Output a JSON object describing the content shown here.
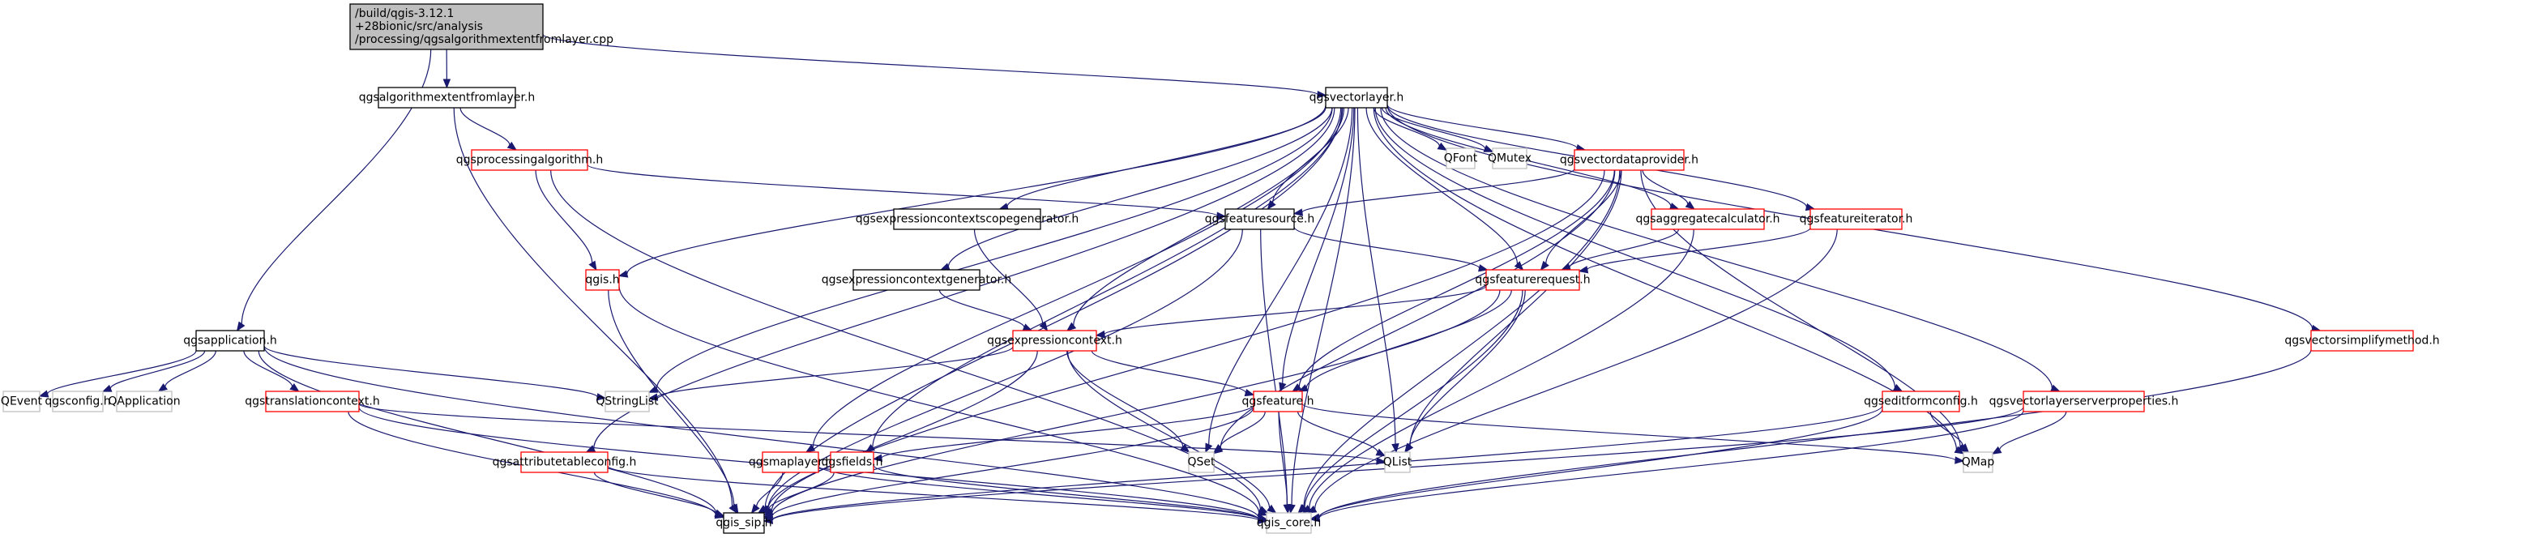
{
  "graph": {
    "type": "include-dependency-graph",
    "edge_color": "#191970",
    "styles": {
      "root": {
        "fill": "#bfbfbf",
        "stroke": "#000000"
      },
      "documented": {
        "fill": "#ffffff",
        "stroke": "#000000"
      },
      "has_more": {
        "fill": "#ffffff",
        "stroke": "#ff0000"
      },
      "external": {
        "fill": "#ffffff",
        "stroke": "#bfbfbf"
      }
    },
    "nodes": [
      {
        "id": "root",
        "lines": [
          "/build/qgis-3.12.1",
          "+28bionic/src/analysis",
          "/processing/qgsalgorithmextentfromlayer.cpp"
        ],
        "style": "root"
      },
      {
        "id": "qgsalgorithmextentfromlayer_h",
        "lines": [
          "qgsalgorithmextentfromlayer.h"
        ],
        "style": "documented"
      },
      {
        "id": "qgsvectorlayer_h",
        "lines": [
          "qgsvectorlayer.h"
        ],
        "style": "documented"
      },
      {
        "id": "qgsprocessingalgorithm_h",
        "lines": [
          "qgsprocessingalgorithm.h"
        ],
        "style": "has_more"
      },
      {
        "id": "qgsapplication_h",
        "lines": [
          "qgsapplication.h"
        ],
        "style": "documented"
      },
      {
        "id": "qgis_h",
        "lines": [
          "qgis.h"
        ],
        "style": "has_more"
      },
      {
        "id": "qgsexpressioncontextscopegenerator_h",
        "lines": [
          "qgsexpressioncontextscopegenerator.h"
        ],
        "style": "documented"
      },
      {
        "id": "qgsexpressioncontextgenerator_h",
        "lines": [
          "qgsexpressioncontextgenerator.h"
        ],
        "style": "documented"
      },
      {
        "id": "qgsfeaturesource_h",
        "lines": [
          "qgsfeaturesource.h"
        ],
        "style": "documented"
      },
      {
        "id": "QFont",
        "lines": [
          "QFont"
        ],
        "style": "external"
      },
      {
        "id": "QMutex",
        "lines": [
          "QMutex"
        ],
        "style": "external"
      },
      {
        "id": "qgsvectordataprovider_h",
        "lines": [
          "qgsvectordataprovider.h"
        ],
        "style": "has_more"
      },
      {
        "id": "qgsaggregatecalculator_h",
        "lines": [
          "qgsaggregatecalculator.h"
        ],
        "style": "has_more"
      },
      {
        "id": "qgsfeatureiterator_h",
        "lines": [
          "qgsfeatureiterator.h"
        ],
        "style": "has_more"
      },
      {
        "id": "qgsfeaturerequest_h",
        "lines": [
          "qgsfeaturerequest.h"
        ],
        "style": "has_more"
      },
      {
        "id": "qgsexpressioncontext_h",
        "lines": [
          "qgsexpressioncontext.h"
        ],
        "style": "has_more"
      },
      {
        "id": "qgsvectorsimplifymethod_h",
        "lines": [
          "qgsvectorsimplifymethod.h"
        ],
        "style": "has_more"
      },
      {
        "id": "QEvent",
        "lines": [
          "QEvent"
        ],
        "style": "external"
      },
      {
        "id": "qgsconfig_h",
        "lines": [
          "qgsconfig.h"
        ],
        "style": "external"
      },
      {
        "id": "QApplication",
        "lines": [
          "QApplication"
        ],
        "style": "external"
      },
      {
        "id": "qgstranslationcontext_h",
        "lines": [
          "qgstranslationcontext.h"
        ],
        "style": "has_more"
      },
      {
        "id": "QStringList",
        "lines": [
          "QStringList"
        ],
        "style": "external"
      },
      {
        "id": "qgsfeature_h",
        "lines": [
          "qgsfeature.h"
        ],
        "style": "has_more"
      },
      {
        "id": "qgseditformconfig_h",
        "lines": [
          "qgseditformconfig.h"
        ],
        "style": "has_more"
      },
      {
        "id": "qgsvectorlayerserverproperties_h",
        "lines": [
          "qgsvectorlayerserverproperties.h"
        ],
        "style": "has_more"
      },
      {
        "id": "qgsattributetableconfig_h",
        "lines": [
          "qgsattributetableconfig.h"
        ],
        "style": "has_more"
      },
      {
        "id": "qgsmaplayer_h",
        "lines": [
          "qgsmaplayer.h"
        ],
        "style": "has_more"
      },
      {
        "id": "qgsfields_h",
        "lines": [
          "qgsfields.h"
        ],
        "style": "has_more"
      },
      {
        "id": "QSet",
        "lines": [
          "QSet"
        ],
        "style": "external"
      },
      {
        "id": "QList",
        "lines": [
          "QList"
        ],
        "style": "external"
      },
      {
        "id": "QMap",
        "lines": [
          "QMap"
        ],
        "style": "external"
      },
      {
        "id": "qgis_sip_h",
        "lines": [
          "qgis_sip.h"
        ],
        "style": "documented"
      },
      {
        "id": "qgis_core_h",
        "lines": [
          "qgis_core.h"
        ],
        "style": "external"
      }
    ],
    "edges": [
      [
        "root",
        "qgsalgorithmextentfromlayer_h"
      ],
      [
        "root",
        "qgsvectorlayer_h"
      ],
      [
        "root",
        "qgsapplication_h"
      ],
      [
        "qgsalgorithmextentfromlayer_h",
        "qgsprocessingalgorithm_h"
      ],
      [
        "qgsalgorithmextentfromlayer_h",
        "qgis_sip_h"
      ],
      [
        "qgsprocessingalgorithm_h",
        "qgis_h"
      ],
      [
        "qgsprocessingalgorithm_h",
        "qgsfeaturesource_h"
      ],
      [
        "qgsprocessingalgorithm_h",
        "qgis_core_h"
      ],
      [
        "qgsvectorlayer_h",
        "qgis_h"
      ],
      [
        "qgsvectorlayer_h",
        "QStringList"
      ],
      [
        "qgsvectorlayer_h",
        "qgsattributetableconfig_h"
      ],
      [
        "qgsvectorlayer_h",
        "qgsmaplayer_h"
      ],
      [
        "qgsvectorlayer_h",
        "qgsfields_h"
      ],
      [
        "qgsvectorlayer_h",
        "qgsexpressioncontextgenerator_h"
      ],
      [
        "qgsvectorlayer_h",
        "qgsexpressioncontextscopegenerator_h"
      ],
      [
        "qgsvectorlayer_h",
        "qgsexpressioncontext_h"
      ],
      [
        "qgsvectorlayer_h",
        "qgsfeaturesource_h"
      ],
      [
        "qgsvectorlayer_h",
        "QSet"
      ],
      [
        "qgsvectorlayer_h",
        "qgsfeature_h"
      ],
      [
        "qgsvectorlayer_h",
        "qgsfeaturerequest_h"
      ],
      [
        "qgsvectorlayer_h",
        "QFont"
      ],
      [
        "qgsvectorlayer_h",
        "QMutex"
      ],
      [
        "qgsvectorlayer_h",
        "qgsvectordataprovider_h"
      ],
      [
        "qgsvectorlayer_h",
        "qgsaggregatecalculator_h"
      ],
      [
        "qgsvectorlayer_h",
        "QList"
      ],
      [
        "qgsvectorlayer_h",
        "qgsfeatureiterator_h"
      ],
      [
        "qgsvectorlayer_h",
        "qgseditformconfig_h"
      ],
      [
        "qgsvectorlayer_h",
        "QMap"
      ],
      [
        "qgsvectorlayer_h",
        "qgsvectorlayerserverproperties_h"
      ],
      [
        "qgsvectorlayer_h",
        "qgsvectorsimplifymethod_h"
      ],
      [
        "qgsvectorlayer_h",
        "qgis_core_h"
      ],
      [
        "qgsvectorlayer_h",
        "qgis_sip_h"
      ],
      [
        "qgsapplication_h",
        "QEvent"
      ],
      [
        "qgsapplication_h",
        "qgsconfig_h"
      ],
      [
        "qgsapplication_h",
        "QApplication"
      ],
      [
        "qgsapplication_h",
        "qgstranslationcontext_h"
      ],
      [
        "qgsapplication_h",
        "QStringList"
      ],
      [
        "qgsapplication_h",
        "qgis_sip_h"
      ],
      [
        "qgsapplication_h",
        "qgis_core_h"
      ],
      [
        "qgis_h",
        "qgis_sip_h"
      ],
      [
        "qgis_h",
        "qgis_core_h"
      ],
      [
        "qgstranslationcontext_h",
        "QList"
      ],
      [
        "qgstranslationcontext_h",
        "qgis_sip_h"
      ],
      [
        "qgstranslationcontext_h",
        "qgis_core_h"
      ],
      [
        "qgsexpressioncontextscopegenerator_h",
        "qgsexpressioncontext_h"
      ],
      [
        "qgsexpressioncontextgenerator_h",
        "qgsexpressioncontext_h"
      ],
      [
        "qgsfeaturesource_h",
        "qgsfeaturerequest_h"
      ],
      [
        "qgsfeaturesource_h",
        "qgis_sip_h"
      ],
      [
        "qgsfeaturesource_h",
        "qgis_core_h"
      ],
      [
        "qgsvectordataprovider_h",
        "qgsfeaturesource_h"
      ],
      [
        "qgsvectordataprovider_h",
        "qgsaggregatecalculator_h"
      ],
      [
        "qgsvectordataprovider_h",
        "qgsfeaturerequest_h"
      ],
      [
        "qgsvectordataprovider_h",
        "qgsfeature_h"
      ],
      [
        "qgsvectordataprovider_h",
        "QSet"
      ],
      [
        "qgsvectordataprovider_h",
        "QList"
      ],
      [
        "qgsvectordataprovider_h",
        "QMap"
      ],
      [
        "qgsvectordataprovider_h",
        "qgis_sip_h"
      ],
      [
        "qgsvectordataprovider_h",
        "qgis_core_h"
      ],
      [
        "qgsaggregatecalculator_h",
        "qgsfeaturerequest_h"
      ],
      [
        "qgsaggregatecalculator_h",
        "qgis_core_h"
      ],
      [
        "qgsfeatureiterator_h",
        "qgsfeaturerequest_h"
      ],
      [
        "qgsfeatureiterator_h",
        "qgis_core_h"
      ],
      [
        "qgsfeaturerequest_h",
        "qgsexpressioncontext_h"
      ],
      [
        "qgsfeaturerequest_h",
        "qgsfeature_h"
      ],
      [
        "qgsfeaturerequest_h",
        "QList"
      ],
      [
        "qgsfeaturerequest_h",
        "qgis_sip_h"
      ],
      [
        "qgsfeaturerequest_h",
        "qgis_core_h"
      ],
      [
        "qgsexpressioncontext_h",
        "QStringList"
      ],
      [
        "qgsexpressioncontext_h",
        "qgsfeature_h"
      ],
      [
        "qgsexpressioncontext_h",
        "QSet"
      ],
      [
        "qgsexpressioncontext_h",
        "qgis_sip_h"
      ],
      [
        "qgsexpressioncontext_h",
        "qgis_core_h"
      ],
      [
        "qgsfeature_h",
        "qgsfields_h"
      ],
      [
        "qgsfeature_h",
        "QSet"
      ],
      [
        "qgsfeature_h",
        "QList"
      ],
      [
        "qgsfeature_h",
        "QMap"
      ],
      [
        "qgsfeature_h",
        "qgis_sip_h"
      ],
      [
        "qgsfeature_h",
        "qgis_core_h"
      ],
      [
        "qgsfields_h",
        "qgis_sip_h"
      ],
      [
        "qgsfields_h",
        "qgis_core_h"
      ],
      [
        "qgsmaplayer_h",
        "qgis_sip_h"
      ],
      [
        "qgsmaplayer_h",
        "qgis_core_h"
      ],
      [
        "qgsattributetableconfig_h",
        "qgis_sip_h"
      ],
      [
        "qgsattributetableconfig_h",
        "qgis_core_h"
      ],
      [
        "qgseditformconfig_h",
        "QMap"
      ],
      [
        "qgseditformconfig_h",
        "qgis_sip_h"
      ],
      [
        "qgseditformconfig_h",
        "qgis_core_h"
      ],
      [
        "qgsvectorlayerserverproperties_h",
        "QMap"
      ],
      [
        "qgsvectorlayerserverproperties_h",
        "qgis_sip_h"
      ],
      [
        "qgsvectorlayerserverproperties_h",
        "qgis_core_h"
      ],
      [
        "qgsvectorsimplifymethod_h",
        "qgis_core_h"
      ]
    ]
  }
}
